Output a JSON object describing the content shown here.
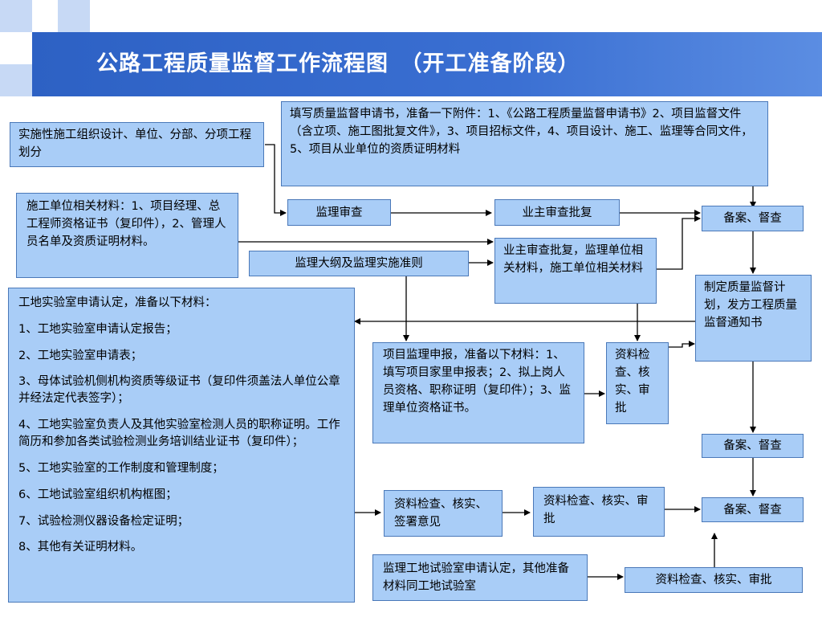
{
  "title": "公路工程质量监督工作流程图　（开工准备阶段）",
  "boxes": {
    "fill_application": "填写质量监督申请书，准备一下附件：1、《公路工程质量监督申请书》2、项目监督文件（含立项、施工图批复文件》，3、项目招标文件，4、项目设计、施工、监理等合同文件，5、项目从业单位的资质证明材料",
    "construction_org_design": "实施性施工组织设计、单位、分部、分项工程划分",
    "construction_unit_materials": "施工单位相关材料：1、项目经理、总工程师资格证书（复印件），2、管理人员名单及资质证明材料。",
    "supervision_review": "监理审查",
    "owner_review_approval": "业主审查批复",
    "filing_supervision_1": "备案、督查",
    "owner_review_materials": "业主审查批复，监理单位相关材料，施工单位相关材料",
    "supervision_outline": "监理大纲及监理实施准则",
    "quality_plan": "制定质量监督计划，发方工程质量监督通知书",
    "project_supervision_report": "项目监理申报，准备以下材料：1、填写项目家里申报表；2、拟上岗人员资格、职称证明（复印件）；3、监理单位资格证书。",
    "doc_check_approval_1": "资料检查、核实、审批",
    "filing_supervision_2": "备案、督查",
    "doc_check_sign": "资料检查、核实、签署意见",
    "doc_check_approval_2": "资料检查、核实、审批",
    "filing_supervision_3": "备案、督查",
    "supervision_lab": "监理工地试验室申请认定，其他准备材料同工地试验室",
    "doc_check_approval_3": "资料检查、核实、审批"
  },
  "lab_application": {
    "heading": "工地实验室申请认定，准备以下材料：",
    "items": [
      "1、工地实验室申请认定报告；",
      "2、工地实验室申请表；",
      "3、母体试验机侧机构资质等级证书（复印件须盖法人单位公章并经法定代表签字）；",
      "4、工地实验室负责人及其他实验室检测人员的职称证明。工作简历和参加各类试验检测业务培训结业证书（复印件）；",
      "5、工地实验室的工作制度和管理制度；",
      "6、工地试验室组织机构框图；",
      "7、试验检测仪器设备检定证明；",
      "8、其他有关证明材料。"
    ]
  },
  "colors": {
    "title_bar": "#2d61c4",
    "box_fill": "#a9cdf7",
    "box_border": "#4a78b8",
    "arrow": "#000000",
    "deco_blue": "#7fa8e8",
    "deco_light": "#c7d9f5"
  }
}
